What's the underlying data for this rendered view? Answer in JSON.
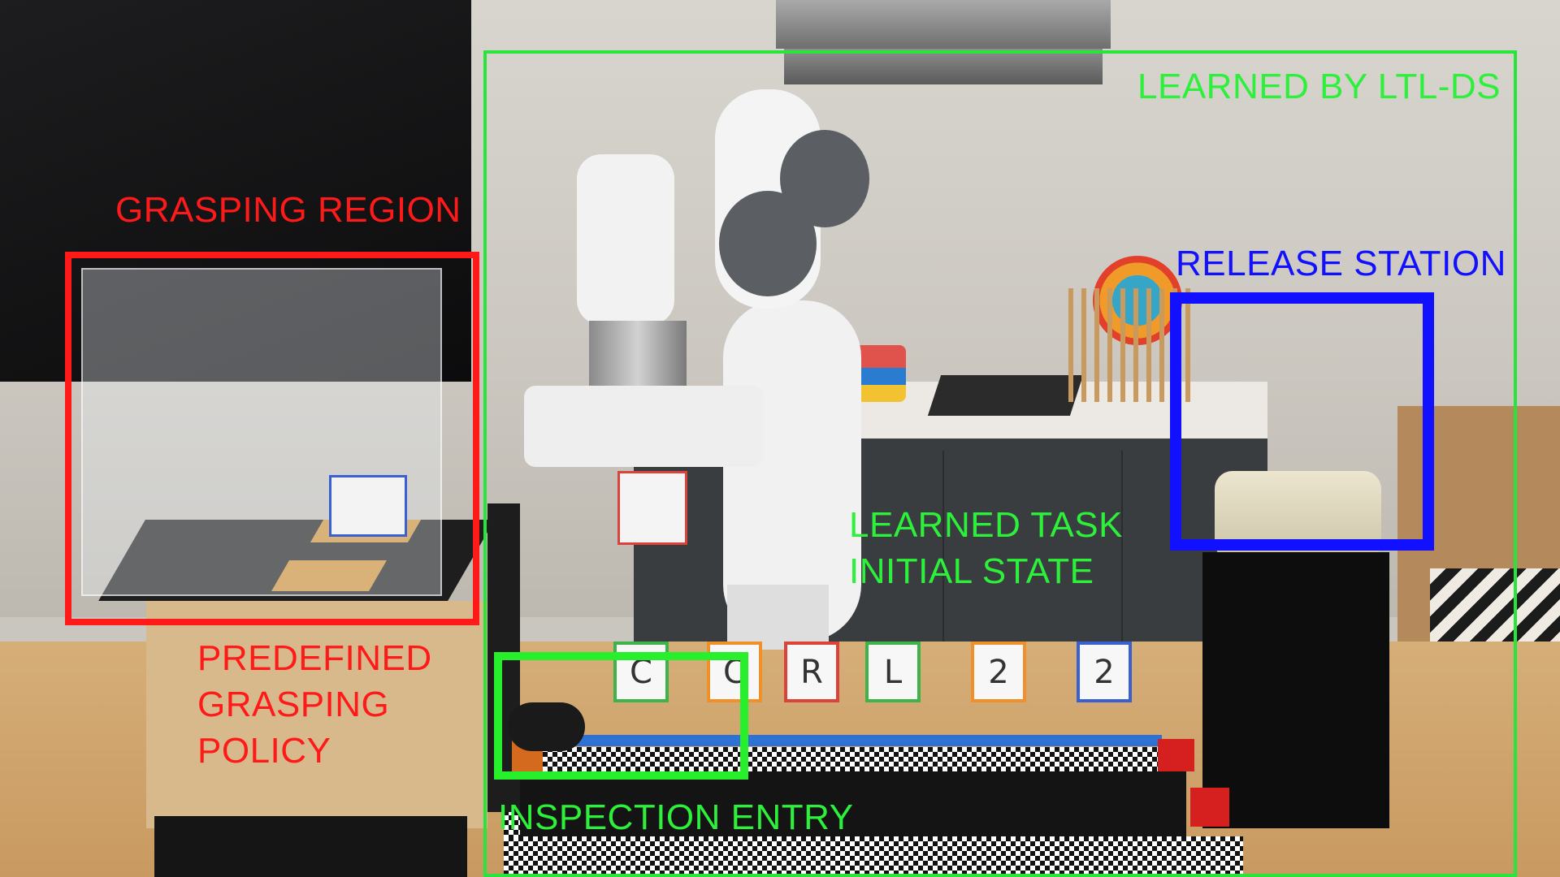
{
  "image": {
    "width": 1920,
    "height": 1080
  },
  "labels": {
    "learned_by": "LEARNED BY LTL-DS",
    "grasping_region": "GRASPING REGION",
    "release_station": "RELEASE STATION",
    "predefined_policy": "PREDEFINED\nGRASPING\nPOLICY",
    "learned_task": "LEARNED TASK\nINITIAL STATE",
    "inspection_entry": "INSPECTION ENTRY"
  },
  "letter_cubes": [
    {
      "char": "C",
      "color": "#3db34a"
    },
    {
      "char": "C",
      "color": "#f0902a"
    },
    {
      "char": "R",
      "color": "#d9433a"
    },
    {
      "char": "L",
      "color": "#3db34a"
    },
    {
      "char": "2",
      "color": "#f0902a"
    },
    {
      "char": "2",
      "color": "#3a5fd0"
    }
  ],
  "colors": {
    "region_red": "#ff1a1a",
    "learned_green": "#29e43b",
    "release_blue": "#1111ff",
    "inspection_green": "#27ef2c"
  }
}
